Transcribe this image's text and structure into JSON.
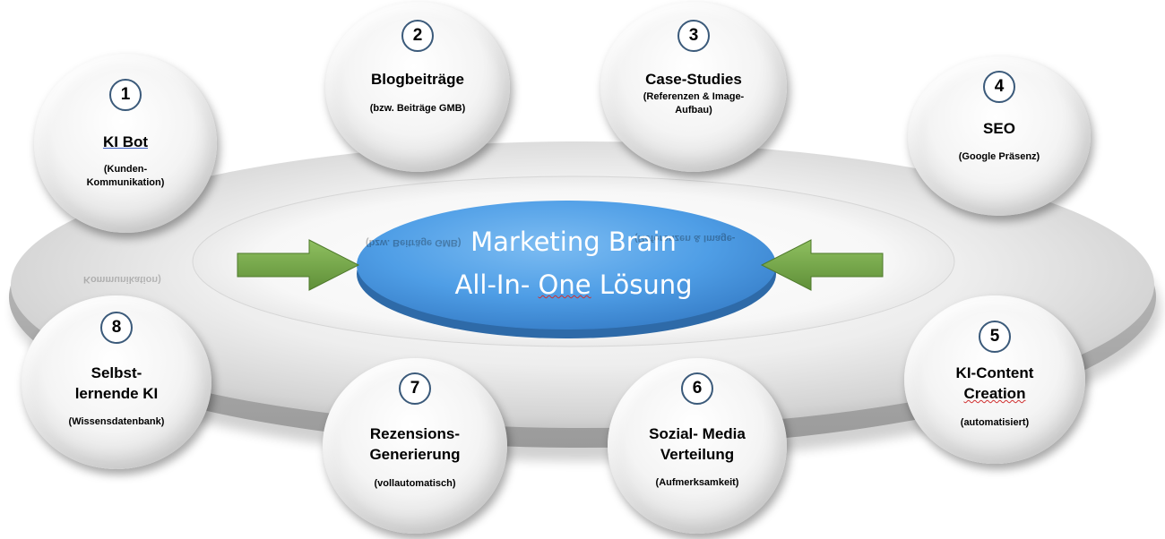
{
  "center": {
    "line1": "Marketing Brain",
    "line2_prefix": "All-In- ",
    "line2_word": "One",
    "line2_suffix": " Lösung"
  },
  "nodes": [
    {
      "number": "1",
      "title": "KI Bot",
      "subtitle_line1": "(Kunden-",
      "subtitle_line2": "Kommunikation)"
    },
    {
      "number": "2",
      "title": "Blogbeiträge",
      "subtitle_line1": "(bzw. Beiträge GMB)"
    },
    {
      "number": "3",
      "title": "Case-Studies",
      "subtitle_line1": "(Referenzen & Image-",
      "subtitle_line2": "Aufbau)"
    },
    {
      "number": "4",
      "title": "SEO",
      "subtitle_line1": "(Google Präsenz)"
    },
    {
      "number": "5",
      "title_line1": "KI-Content",
      "title_line2": "Creation",
      "subtitle_line1": "(automatisiert)"
    },
    {
      "number": "6",
      "title_line1": "Sozial- Media",
      "title_line2": "Verteilung",
      "subtitle_line1": "(Aufmerksamkeit)"
    },
    {
      "number": "7",
      "title_line1": "Rezensions-",
      "title_line2": "Generierung",
      "subtitle_line1": "(vollautomatisch)"
    },
    {
      "number": "8",
      "title_line1": "Selbst-",
      "title_line2": "lernende KI",
      "subtitle_line1": "(Wissensdatenbank)"
    }
  ],
  "reflections": {
    "left": "Kommunikation)",
    "center_top": "(bzw. Beiträge GMB)",
    "center_right": "(Referenzen & Image-"
  },
  "colors": {
    "center_disc": "#4f9ee6",
    "arrow": "#76a84a",
    "badge_border": "#3b5a7a"
  }
}
